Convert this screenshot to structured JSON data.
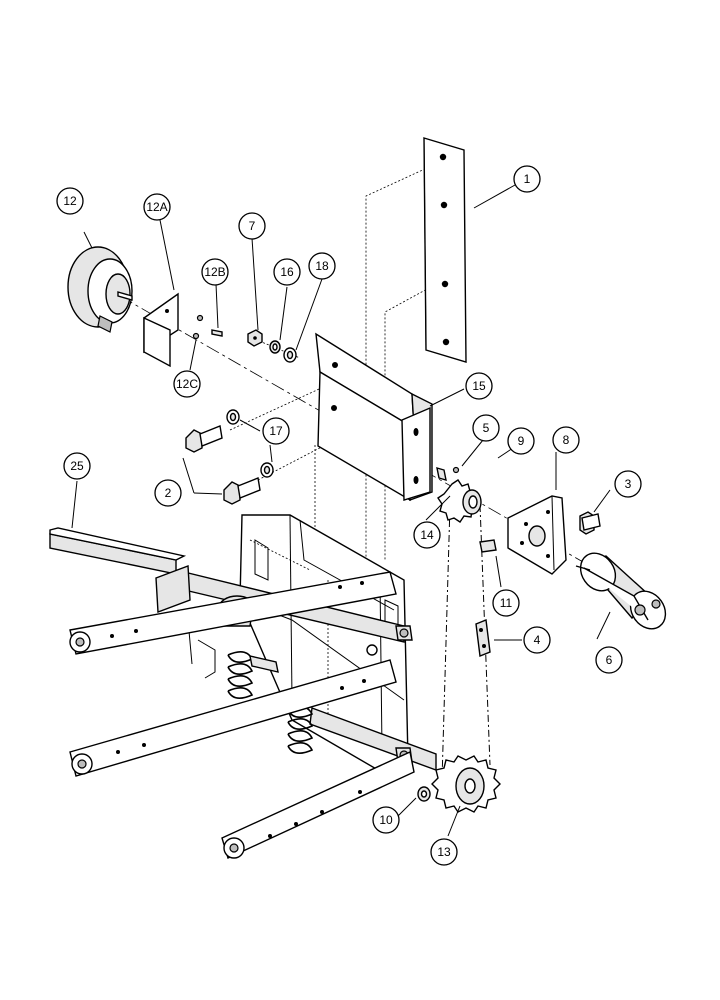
{
  "callouts": [
    {
      "id": "c1",
      "label": "1"
    },
    {
      "id": "c2",
      "label": "2"
    },
    {
      "id": "c3",
      "label": "3"
    },
    {
      "id": "c4",
      "label": "4"
    },
    {
      "id": "c5",
      "label": "5"
    },
    {
      "id": "c6",
      "label": "6"
    },
    {
      "id": "c7",
      "label": "7"
    },
    {
      "id": "c8",
      "label": "8"
    },
    {
      "id": "c9",
      "label": "9"
    },
    {
      "id": "c10",
      "label": "10"
    },
    {
      "id": "c11",
      "label": "11"
    },
    {
      "id": "c12",
      "label": "12"
    },
    {
      "id": "c12a",
      "label": "12A"
    },
    {
      "id": "c12b",
      "label": "12B"
    },
    {
      "id": "c12c",
      "label": "12C"
    },
    {
      "id": "c13",
      "label": "13"
    },
    {
      "id": "c14",
      "label": "14"
    },
    {
      "id": "c15",
      "label": "15"
    },
    {
      "id": "c16",
      "label": "16"
    },
    {
      "id": "c17",
      "label": "17"
    },
    {
      "id": "c18",
      "label": "18"
    },
    {
      "id": "c25",
      "label": "25"
    }
  ]
}
